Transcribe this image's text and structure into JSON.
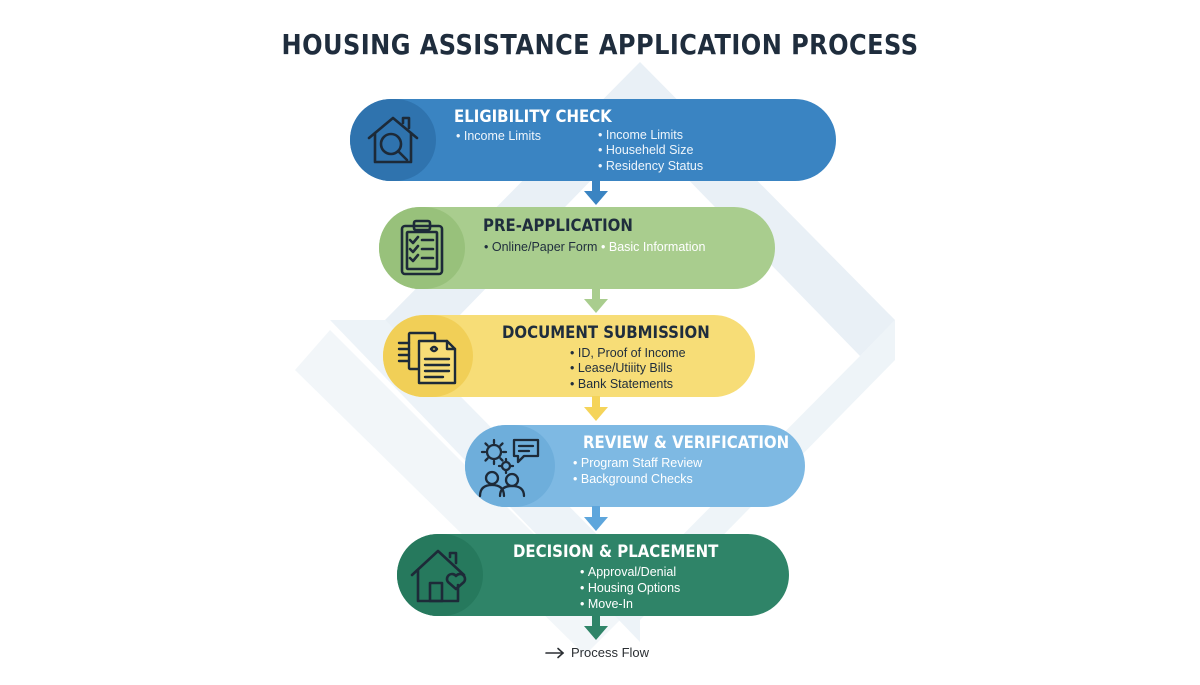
{
  "title": "HOUSING ASSISTANCE APPLICATION PROCESS",
  "steps": [
    {
      "title": "ELIGIBILITY CHECK",
      "icon": "house-magnifier-icon",
      "color": "#3a84c2",
      "bullets_left": [
        "Income Limits"
      ],
      "bullets_right": [
        "Income Limits",
        "Househeld Size",
        "Residency Status"
      ]
    },
    {
      "title": "PRE-APPLICATION",
      "icon": "clipboard-checklist-icon",
      "color": "#a9cd8e",
      "bullets_left": [
        "Online/Paper Form"
      ],
      "bullets_right": [
        "Basic Information"
      ]
    },
    {
      "title": "DOCUMENT SUBMISSION",
      "icon": "documents-icon",
      "color": "#f7dd77",
      "bullets": [
        "ID, Proof of Income",
        "Lease/Utiiity Bills",
        "Bank Statements"
      ]
    },
    {
      "title": "REVIEW & VERIFICATION",
      "icon": "gears-people-chat-icon",
      "color": "#7eb9e3",
      "bullets": [
        "Program Staff Review",
        "Background Checks"
      ]
    },
    {
      "title": "DECISION & PLACEMENT",
      "icon": "house-heart-icon",
      "color": "#2f8468",
      "bullets": [
        "Approval/Denial",
        "Housing Options",
        "Move-In"
      ]
    }
  ],
  "legend": {
    "icon": "arrow-right-icon",
    "label": "Process Flow"
  }
}
